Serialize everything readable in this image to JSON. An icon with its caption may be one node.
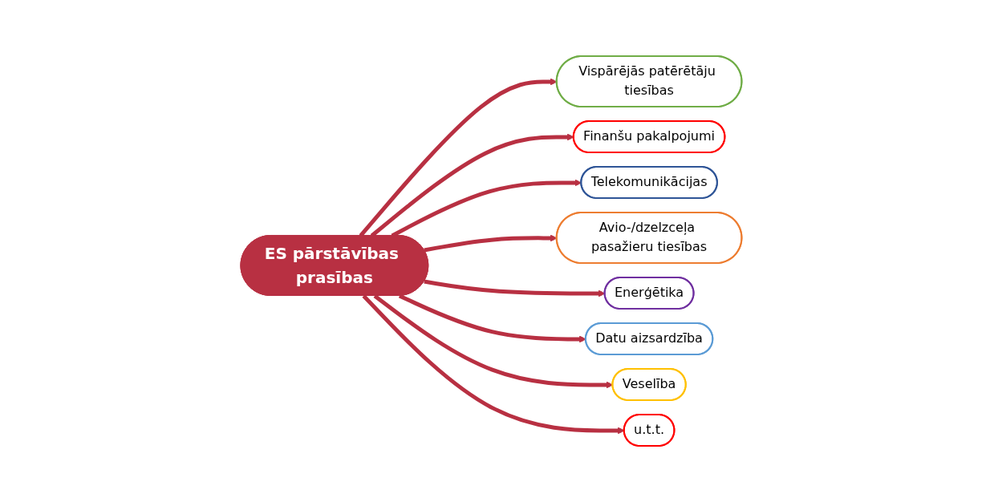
{
  "diagram": {
    "nodes": [
      {
        "text": [
          "ES pārstāvības prasības"
        ]
      },
      {
        "text": [
          "Vispārējās patērētāju tiesības"
        ]
      },
      {
        "text": [
          "Finanšu pakalpojumi"
        ]
      },
      {
        "text": [
          "Telekomunikācijas"
        ]
      },
      {
        "text": [
          "Avio-/dzelzceļa pasažieru tiesības"
        ]
      },
      {
        "text": [
          "Enerģētika"
        ]
      },
      {
        "text": [
          "Datu aizsardzība"
        ]
      },
      {
        "text": [
          "Veselība"
        ]
      },
      {
        "text": [
          "u.t.t."
        ]
      }
    ],
    "edges": [
      {
        "from": 0,
        "to": 1,
        "arrow": "to"
      },
      {
        "from": 0,
        "to": 2,
        "arrow": "to"
      },
      {
        "from": 0,
        "to": 3,
        "arrow": "to"
      },
      {
        "from": 0,
        "to": 4,
        "arrow": "to"
      },
      {
        "from": 0,
        "to": 5,
        "arrow": "to"
      },
      {
        "from": 0,
        "to": 6,
        "arrow": "to"
      },
      {
        "from": 0,
        "to": 7,
        "arrow": "to"
      },
      {
        "from": 0,
        "to": 8,
        "arrow": "to"
      }
    ]
  }
}
